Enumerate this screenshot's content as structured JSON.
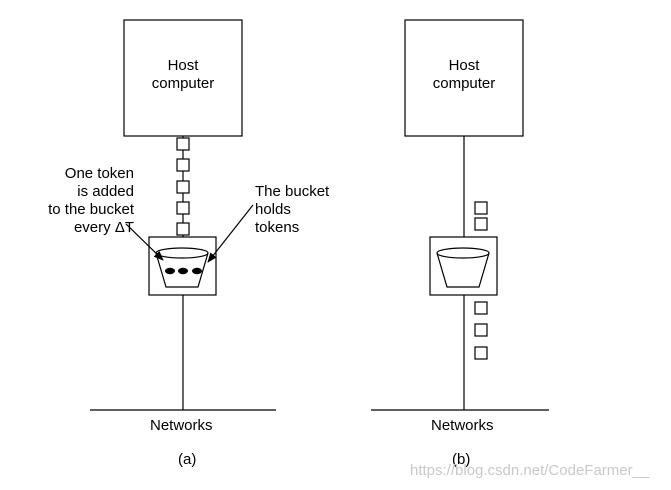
{
  "diagram": {
    "panel_a": {
      "host_label_line1": "Host",
      "host_label_line2": "computer",
      "note_left_line1": "One token",
      "note_left_line2": "is added",
      "note_left_line3": "to the bucket",
      "note_left_line4": "every ΔT",
      "note_right_line1": "The bucket",
      "note_right_line2": "holds",
      "note_right_line3": "tokens",
      "network_label": "Networks",
      "caption": "(a)"
    },
    "panel_b": {
      "host_label_line1": "Host",
      "host_label_line2": "computer",
      "network_label": "Networks",
      "caption": "(b)"
    },
    "watermark": "https://blog.csdn.net/CodeFarmer__"
  }
}
